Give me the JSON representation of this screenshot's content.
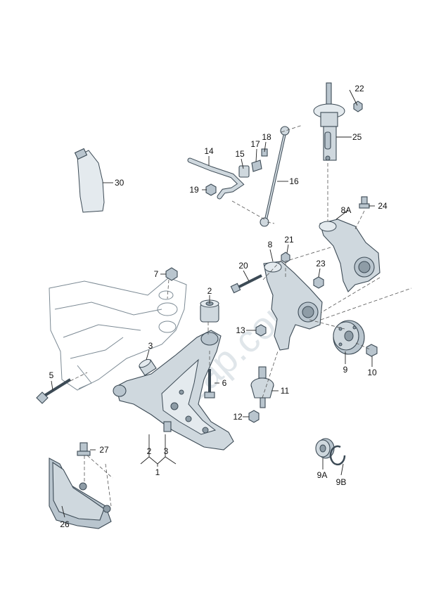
{
  "watermark": "7zap.com",
  "callouts": {
    "c1": "1",
    "c2": "2",
    "c3": "3",
    "c2b": "2",
    "c3b": "3",
    "c5": "5",
    "c6": "6",
    "c7": "7",
    "c8": "8",
    "c8a": "8A",
    "c9": "9",
    "c9a": "9A",
    "c9b": "9B",
    "c10": "10",
    "c11": "11",
    "c12": "12",
    "c13": "13",
    "c14": "14",
    "c15": "15",
    "c16": "16",
    "c17": "17",
    "c18": "18",
    "c19": "19",
    "c20": "20",
    "c21": "21",
    "c22": "22",
    "c23": "23",
    "c24": "24",
    "c25": "25",
    "c26": "26",
    "c27": "27",
    "c30": "30"
  }
}
